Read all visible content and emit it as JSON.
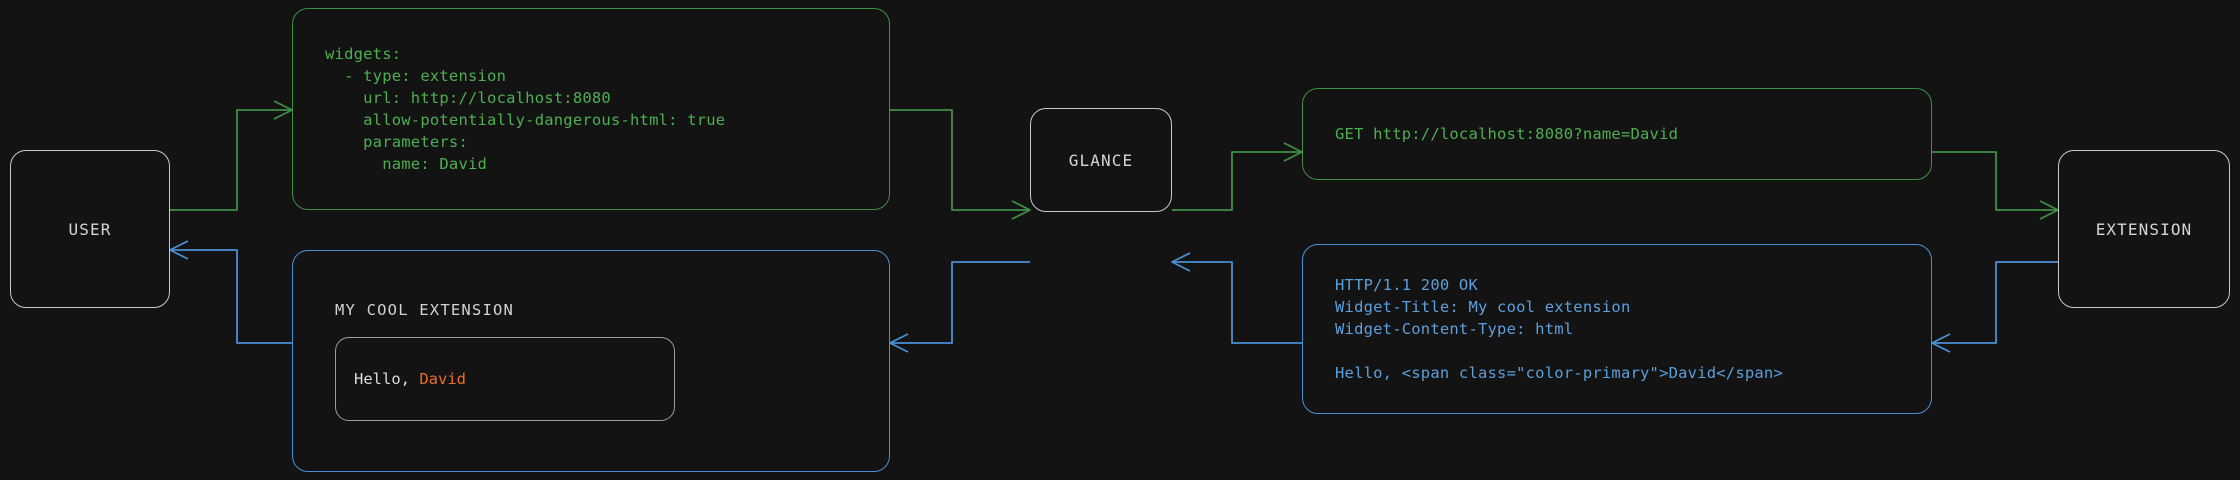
{
  "colors": {
    "background": "#131313",
    "node_border": "#c9c9c9",
    "request_green": "#4caf50",
    "request_green_border": "#3f8f45",
    "response_blue": "#5c9fdc",
    "response_blue_border": "#4a8fd4",
    "accent_orange": "#ec6c26",
    "text_light": "#d6d6d6"
  },
  "nodes": {
    "user": {
      "label": "USER"
    },
    "glance": {
      "label": "GLANCE"
    },
    "extension": {
      "label": "EXTENSION"
    }
  },
  "panels": {
    "config": {
      "kind": "yaml-config",
      "color": "green",
      "text": "widgets:\n  - type: extension\n    url: http://localhost:8080\n    allow-potentially-dangerous-html: true\n    parameters:\n      name: David"
    },
    "request": {
      "kind": "http-request",
      "color": "green",
      "text": "GET http://localhost:8080?name=David"
    },
    "response": {
      "kind": "http-response",
      "color": "blue",
      "text": "HTTP/1.1 200 OK\nWidget-Title: My cool extension\nWidget-Content-Type: html\n\nHello, <span class=\"color-primary\">David</span>"
    },
    "rendered_widget": {
      "kind": "rendered-widget",
      "color": "blue",
      "title": "MY COOL EXTENSION",
      "body_prefix": "Hello, ",
      "body_accent": "David"
    }
  },
  "flows": [
    {
      "from": "user",
      "to": "glance",
      "via": "config",
      "color": "green",
      "direction": "right"
    },
    {
      "from": "glance",
      "to": "extension",
      "via": "request",
      "color": "green",
      "direction": "right"
    },
    {
      "from": "extension",
      "to": "glance",
      "via": "response",
      "color": "blue",
      "direction": "left"
    },
    {
      "from": "glance",
      "to": "user",
      "via": "rendered_widget",
      "color": "blue",
      "direction": "left"
    }
  ]
}
